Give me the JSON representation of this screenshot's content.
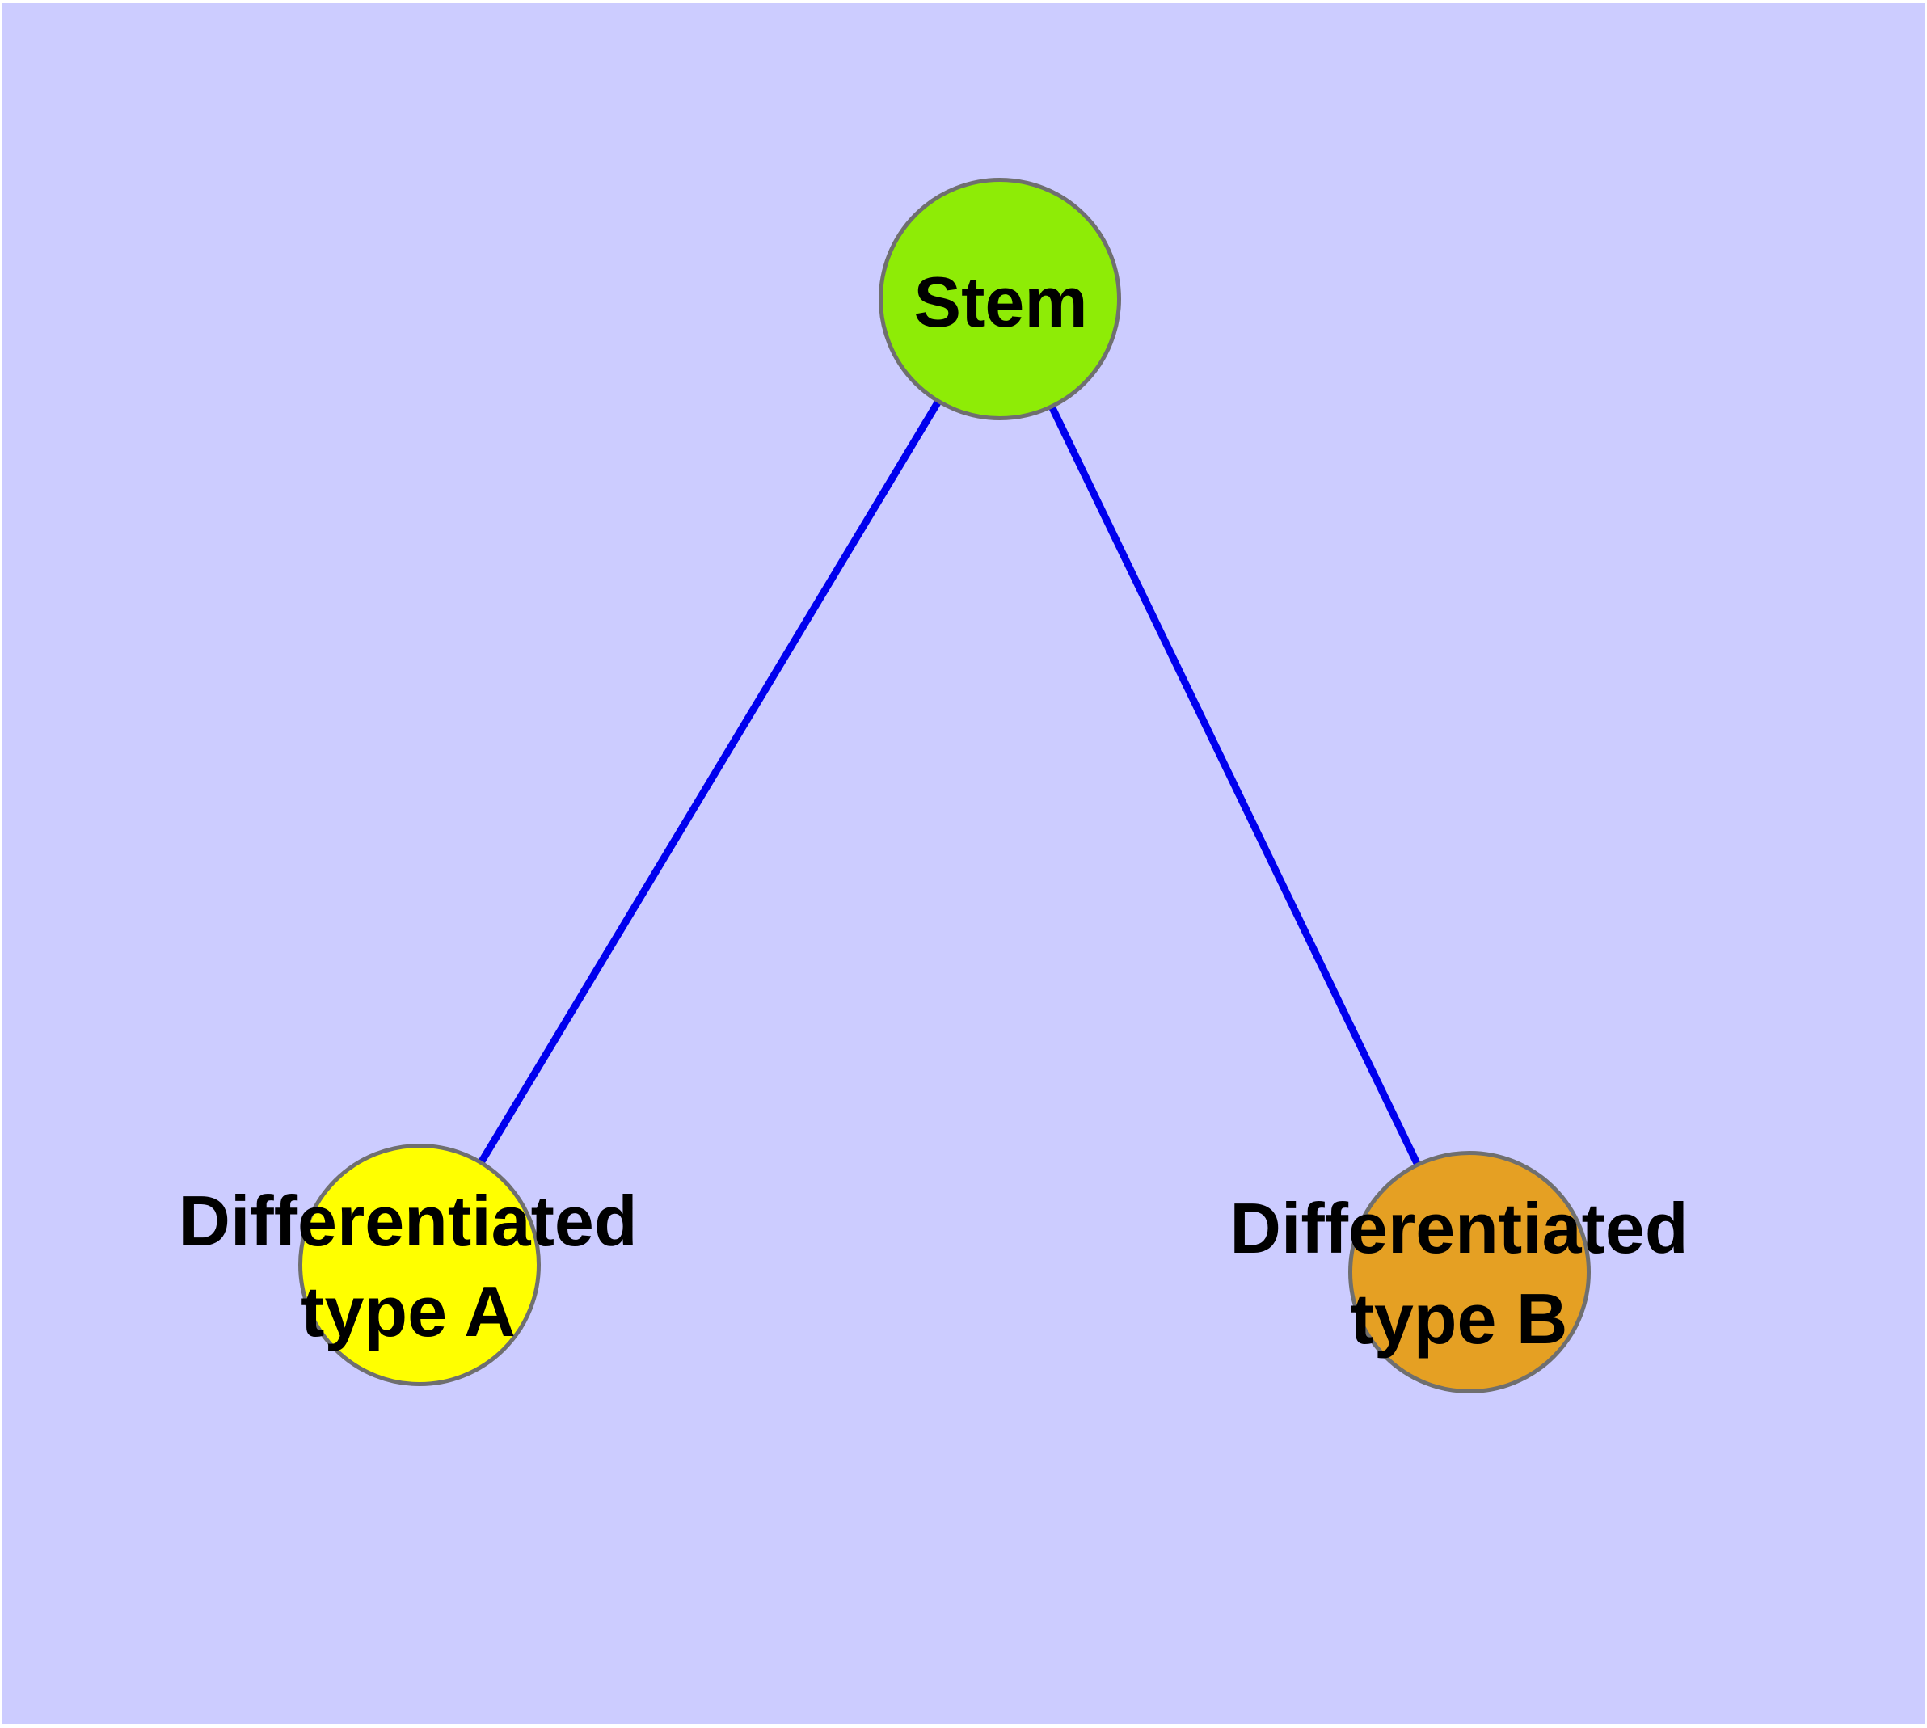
{
  "diagram": {
    "type": "node-link-graph",
    "background_color": "#ccccff",
    "edge_color": "#0000ee",
    "node_border_color": "#6f6f6f",
    "label_color": "#000000",
    "nodes": [
      {
        "id": "stem",
        "label": "Stem",
        "label_line1": "Stem",
        "fill": "#8eec06"
      },
      {
        "id": "type_a",
        "label": "Differentiated type A",
        "label_line1": "Differentiated",
        "label_line2": "type A",
        "fill": "#ffff00"
      },
      {
        "id": "type_b",
        "label": "Differentiated type B",
        "label_line1": "Differentiated",
        "label_line2": "type B",
        "fill": "#e5a023"
      }
    ],
    "edges": [
      {
        "from": "Stem",
        "to": "Differentiated type A"
      },
      {
        "from": "Stem",
        "to": "Differentiated type B"
      }
    ]
  }
}
